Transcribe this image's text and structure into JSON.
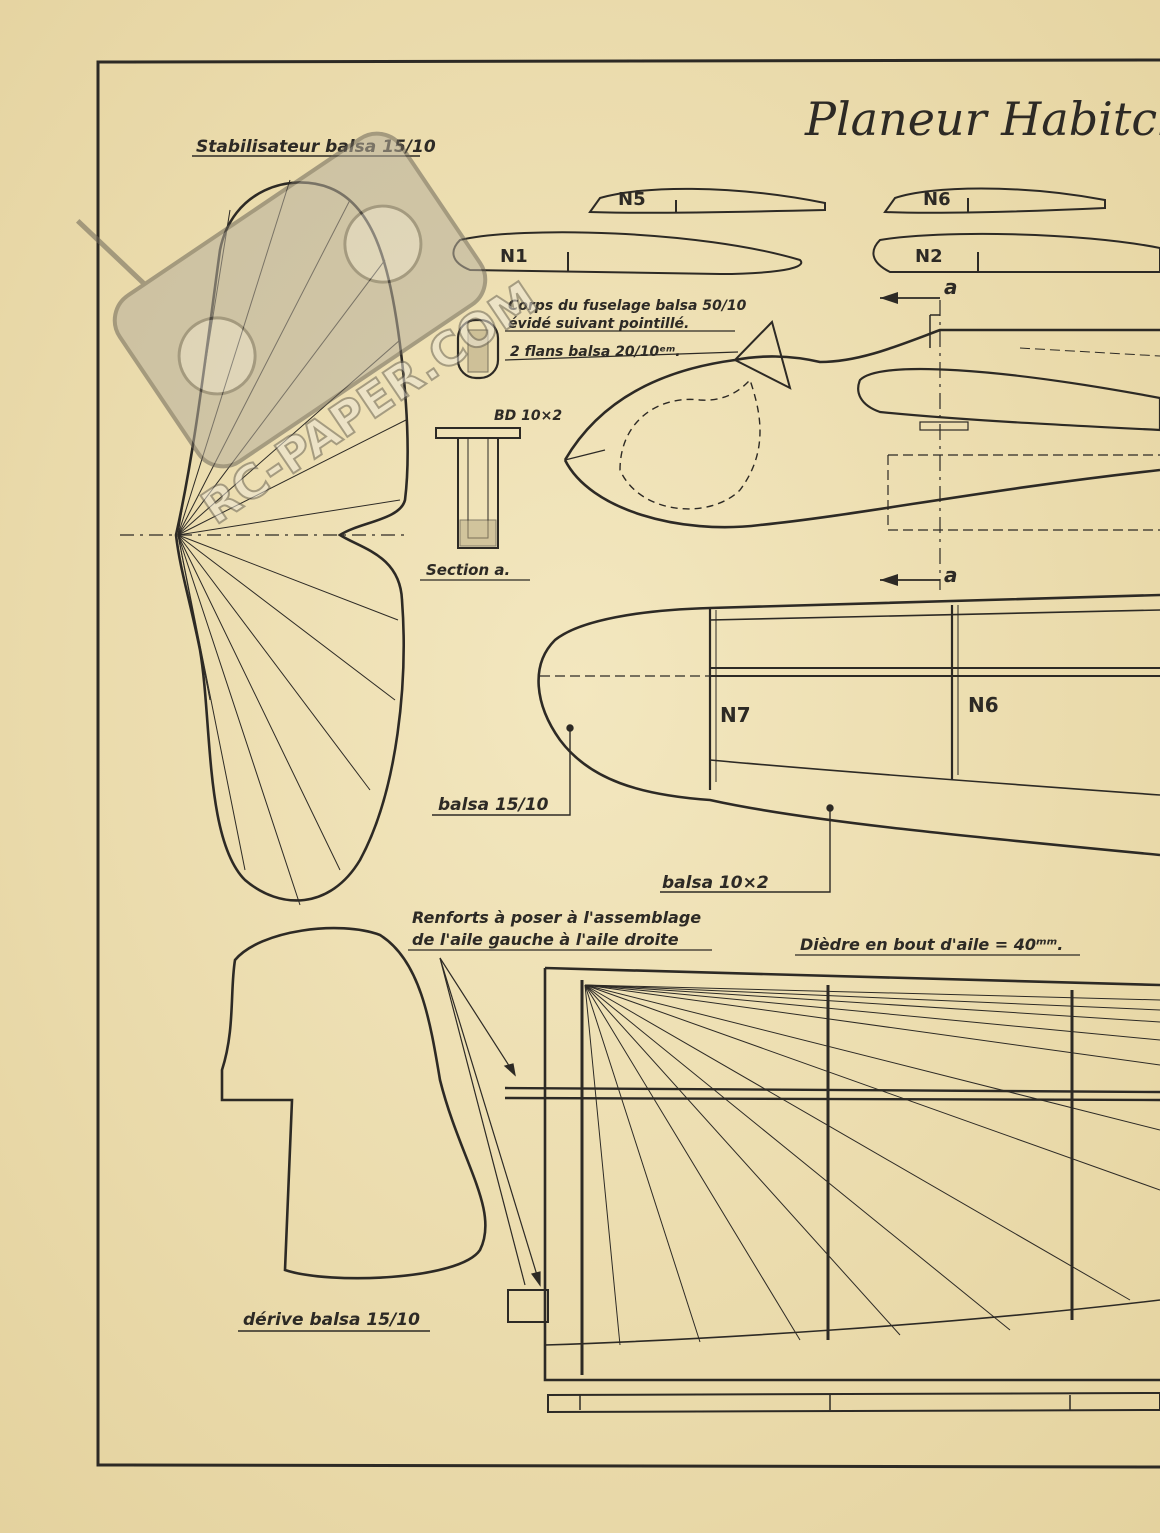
{
  "title": "Planeur Habitch",
  "watermark": {
    "text": "RC-PAPER.COM"
  },
  "labels": {
    "stabilisateur": "Stabilisateur balsa 15/10",
    "corps_1": "Corps du fuselage balsa 50/10",
    "corps_2": "évidé suivant pointillé.",
    "flans": "2 flans balsa 20/10ᵉᵐ.",
    "bd": "BD 10×2",
    "section": "Section a.",
    "section_mark_top": "a",
    "section_mark_bottom": "a",
    "balsa_tip": "balsa 15/10",
    "balsa_edge": "balsa 10×2",
    "renforts_1": "Renforts à poser à l'assemblage",
    "renforts_2": "de l'aile gauche à l'aile droite",
    "diedre": "Dièdre en bout d'aile = 40ᵐᵐ.",
    "derive": "dérive balsa 15/10"
  },
  "ribs": {
    "n1": "N1",
    "n2": "N2",
    "n5": "N5",
    "n6_top": "N6",
    "n6": "N6",
    "n7": "N7"
  },
  "colors": {
    "paper": "#efe1b3",
    "ink": "#2d2a25",
    "watermark": "#8c8676"
  }
}
